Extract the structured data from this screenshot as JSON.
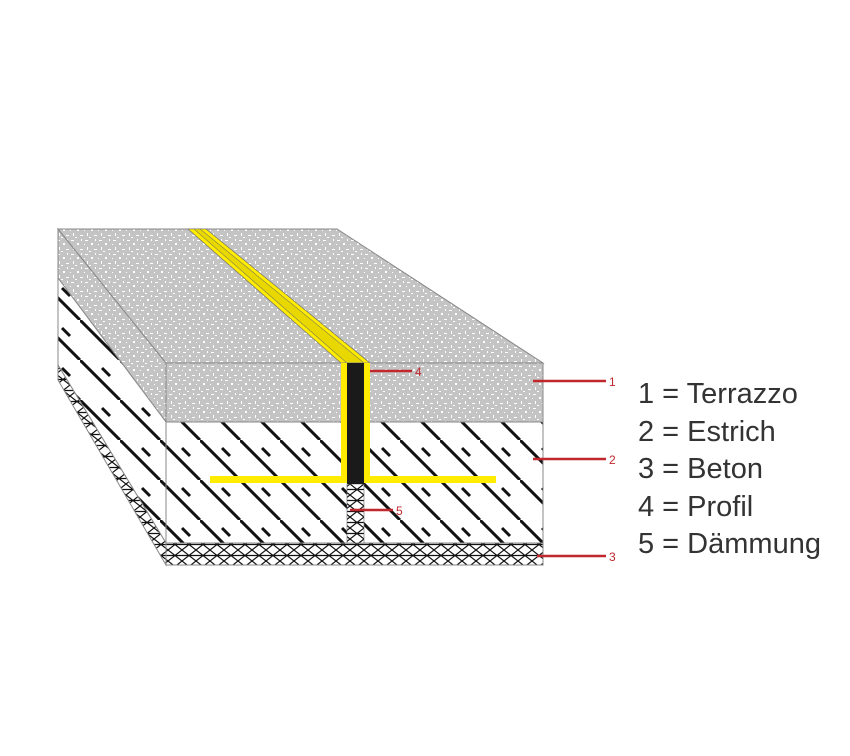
{
  "diagram": {
    "callouts": [
      "1",
      "2",
      "3",
      "4",
      "5"
    ],
    "legend": [
      "1 = Terrazzo",
      "2 = Estrich",
      "3 = Beton",
      "4 = Profil",
      "5 = Dämmung"
    ]
  },
  "colors": {
    "terrazzo": "#c4c4c4",
    "profile": "#ffec00",
    "leader": "#c0282d",
    "joint": "#1a1a1a"
  }
}
